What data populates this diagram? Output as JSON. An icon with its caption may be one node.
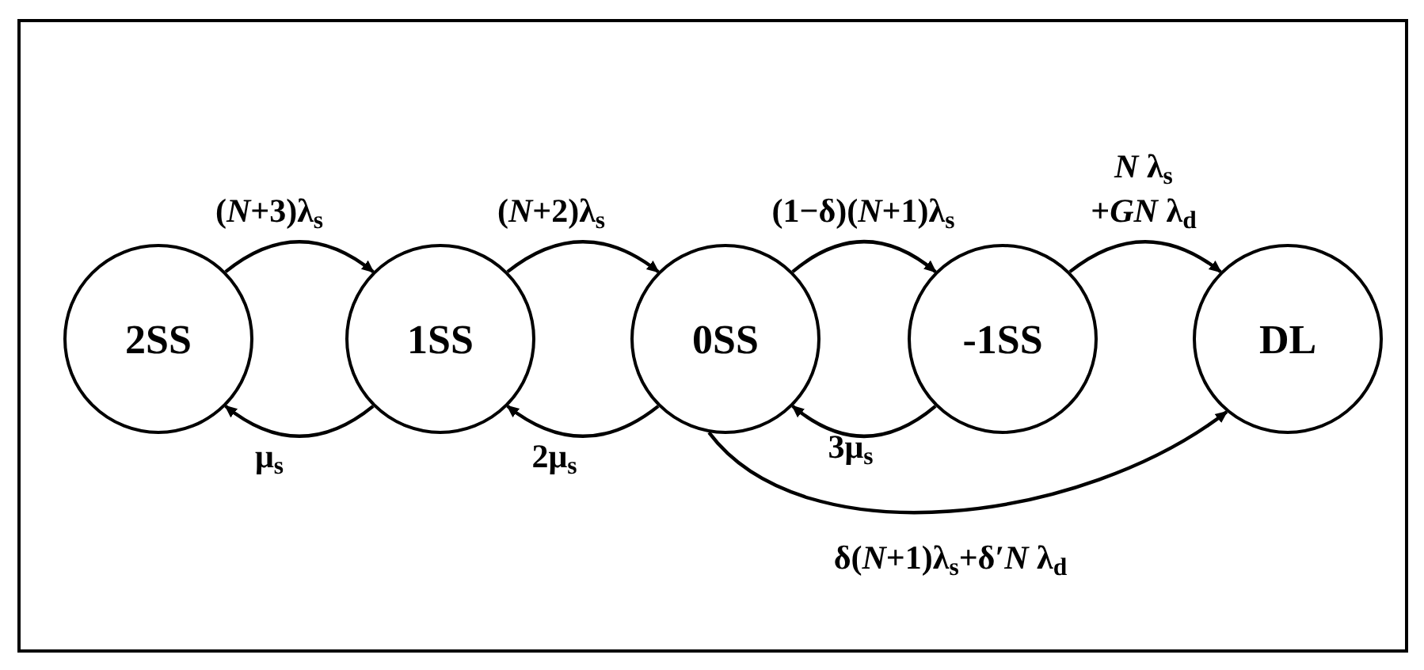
{
  "diagram": {
    "nodes": [
      {
        "text": [
          "2SS"
        ]
      },
      {
        "text": [
          "1SS"
        ]
      },
      {
        "text": [
          "0SS"
        ]
      },
      {
        "text": [
          "-1SS"
        ]
      },
      {
        "text": [
          "DL"
        ]
      }
    ],
    "edges": [
      {
        "from": 0,
        "to": 1,
        "arrow": "to",
        "label": "(*N*+3)λ$_{s}$"
      },
      {
        "from": 1,
        "to": 0,
        "arrow": "to",
        "label": "μ$_{s}$"
      },
      {
        "from": 1,
        "to": 2,
        "arrow": "to",
        "label": "(*N*+2)λ$_{s}$"
      },
      {
        "from": 2,
        "to": 1,
        "arrow": "to",
        "label": "2μ$_{s}$"
      },
      {
        "from": 2,
        "to": 3,
        "arrow": "to",
        "label": "(1−δ)(*N*+1)λ$_{s}$"
      },
      {
        "from": 3,
        "to": 2,
        "arrow": "to",
        "label": "3μ$_{s}$"
      },
      {
        "from": 3,
        "to": 4,
        "arrow": "to",
        "label": "*N* λ$_{s}$ +*GN* λ$_{d}$"
      },
      {
        "from": 2,
        "to": 4,
        "arrow": "to",
        "label": "δ(*N*+1)λ$_{s}$+δ′*N* λ$_{d}$"
      }
    ]
  }
}
